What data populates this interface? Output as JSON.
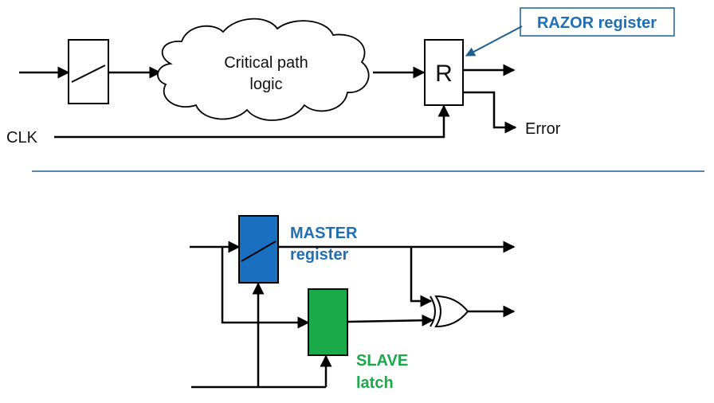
{
  "top": {
    "cloud_line1": "Critical path",
    "cloud_line2": "logic",
    "razor_box": "R",
    "callout": "RAZOR register",
    "clk": "CLK",
    "error": "Error"
  },
  "bottom": {
    "master_line1": "MASTER",
    "master_line2": "register",
    "slave_line1": "SLAVE",
    "slave_line2": "latch"
  },
  "colors": {
    "razor_blue": "#1f6fb5",
    "master_fill": "#1a6fc0",
    "master_text": "#1f6fb5",
    "slave_fill": "#1aaa4a",
    "slave_text": "#1aaa4a",
    "divider": "#1f5f8f",
    "callout_border": "#1f5f8f",
    "callout_arrow": "#1f5f8f"
  }
}
